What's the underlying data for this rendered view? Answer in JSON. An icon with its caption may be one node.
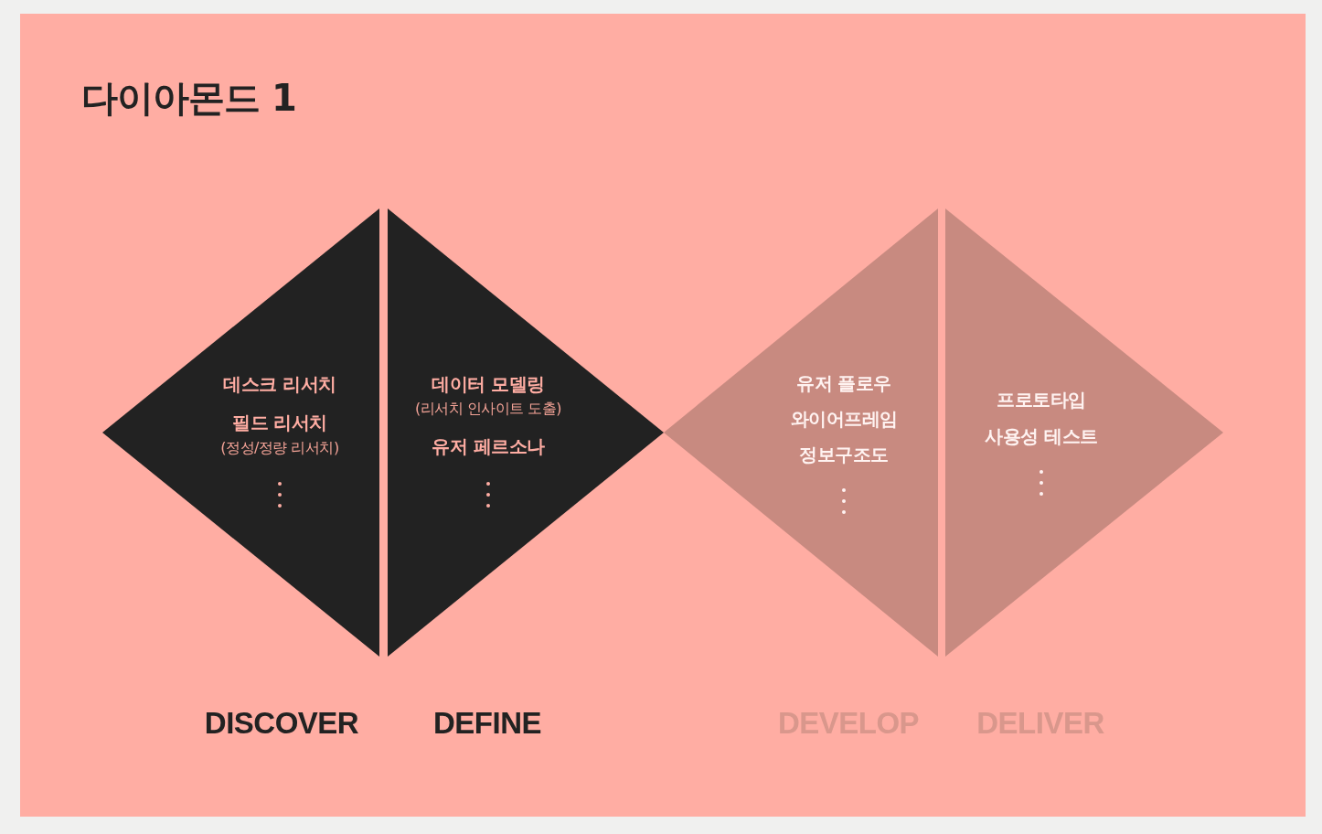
{
  "diagram": {
    "title": "다이아몬드 1",
    "nodes": [
      {
        "text": [
          "데스크 리서치",
          "필드 리서치",
          "(정성/정량 리서치)"
        ],
        "beside": [
          "DISCOVER"
        ]
      },
      {
        "text": [
          "데이터 모델링",
          "(리서치 인사이트 도출)",
          "유저 페르소나"
        ],
        "beside": [
          "DEFINE"
        ]
      },
      {
        "text": [
          "유저 플로우",
          "와이어프레임",
          "정보구조도"
        ],
        "beside": [
          "DEVELOP"
        ]
      },
      {
        "text": [
          "프로토타입",
          "사용성 테스트"
        ],
        "beside": [
          "DELIVER"
        ]
      }
    ]
  }
}
